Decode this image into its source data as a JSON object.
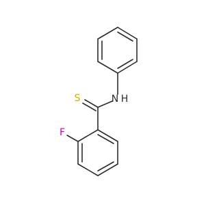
{
  "molecule": {
    "atoms": {
      "sulfur": {
        "symbol": "S",
        "color": "#c7b300"
      },
      "nitrogen": {
        "symbol": "N",
        "hydrogen": "H",
        "color": "#2b2b2b"
      },
      "fluorine": {
        "symbol": "F",
        "color": "#c800c8"
      }
    },
    "bond_color": "#2b2b2b"
  }
}
